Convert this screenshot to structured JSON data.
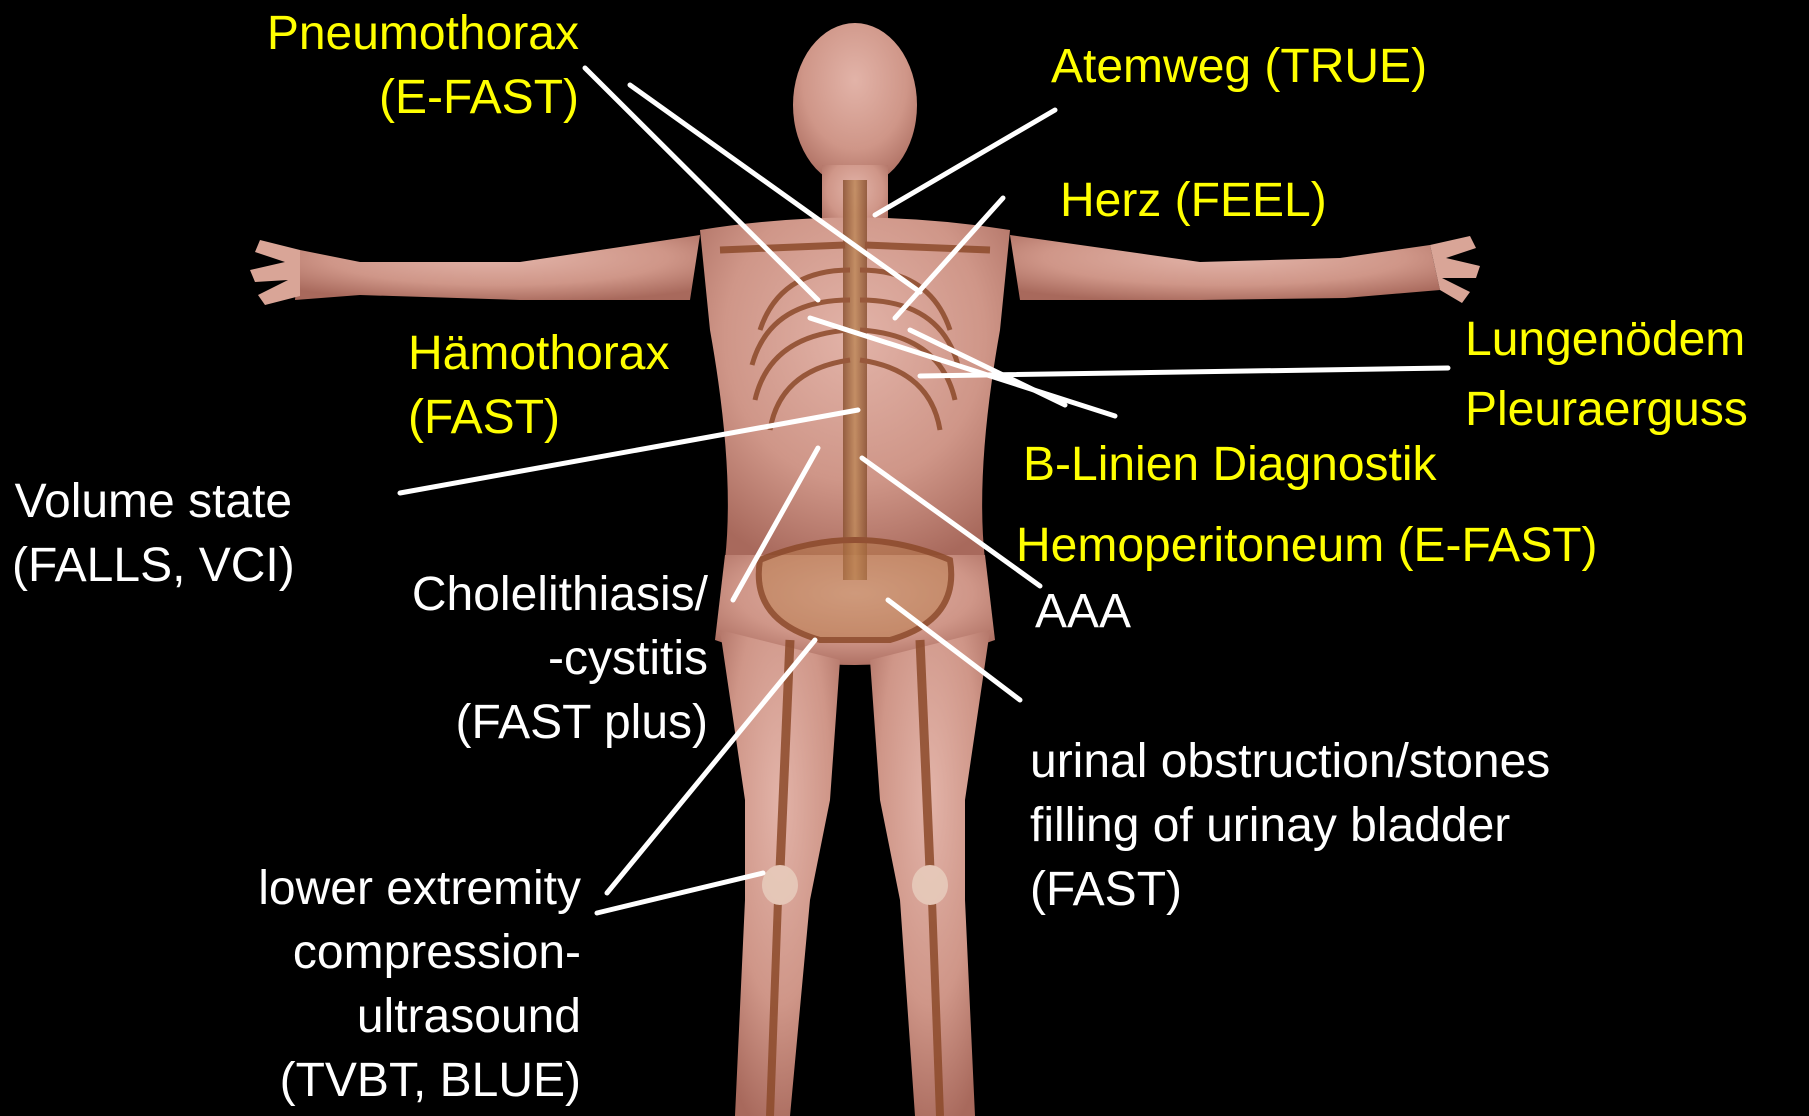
{
  "colors": {
    "background": "#000000",
    "highlight_text": "#ffff00",
    "normal_text": "#ffffff",
    "leader_lines": "#ffffff"
  },
  "labels": {
    "pneumothorax": [
      "Pneumothorax",
      "(E-FAST)"
    ],
    "atemweg": [
      "Atemweg (TRUE)"
    ],
    "herz": [
      "Herz (FEEL)"
    ],
    "lungenoedem": [
      "Lungenödem"
    ],
    "pleuraerguss": [
      "Pleuraerguss"
    ],
    "haemothorax": [
      "Hämothorax",
      "(FAST)"
    ],
    "blinien": [
      "B-Linien Diagnostik"
    ],
    "volume": [
      "Volume state",
      "(FALLS, VCI)"
    ],
    "hemoperitoneum": [
      "Hemoperitoneum (E-FAST)"
    ],
    "aaa": [
      "AAA"
    ],
    "chole": [
      "Cholelithiasis/",
      "-cystitis",
      "(FAST plus)"
    ],
    "urinal": [
      "urinal obstruction/stones",
      "filling of urinay bladder",
      "(FAST)"
    ],
    "lowerext": [
      "lower extremity",
      "compression-",
      "ultrasound",
      "(TVBT, BLUE)"
    ]
  }
}
